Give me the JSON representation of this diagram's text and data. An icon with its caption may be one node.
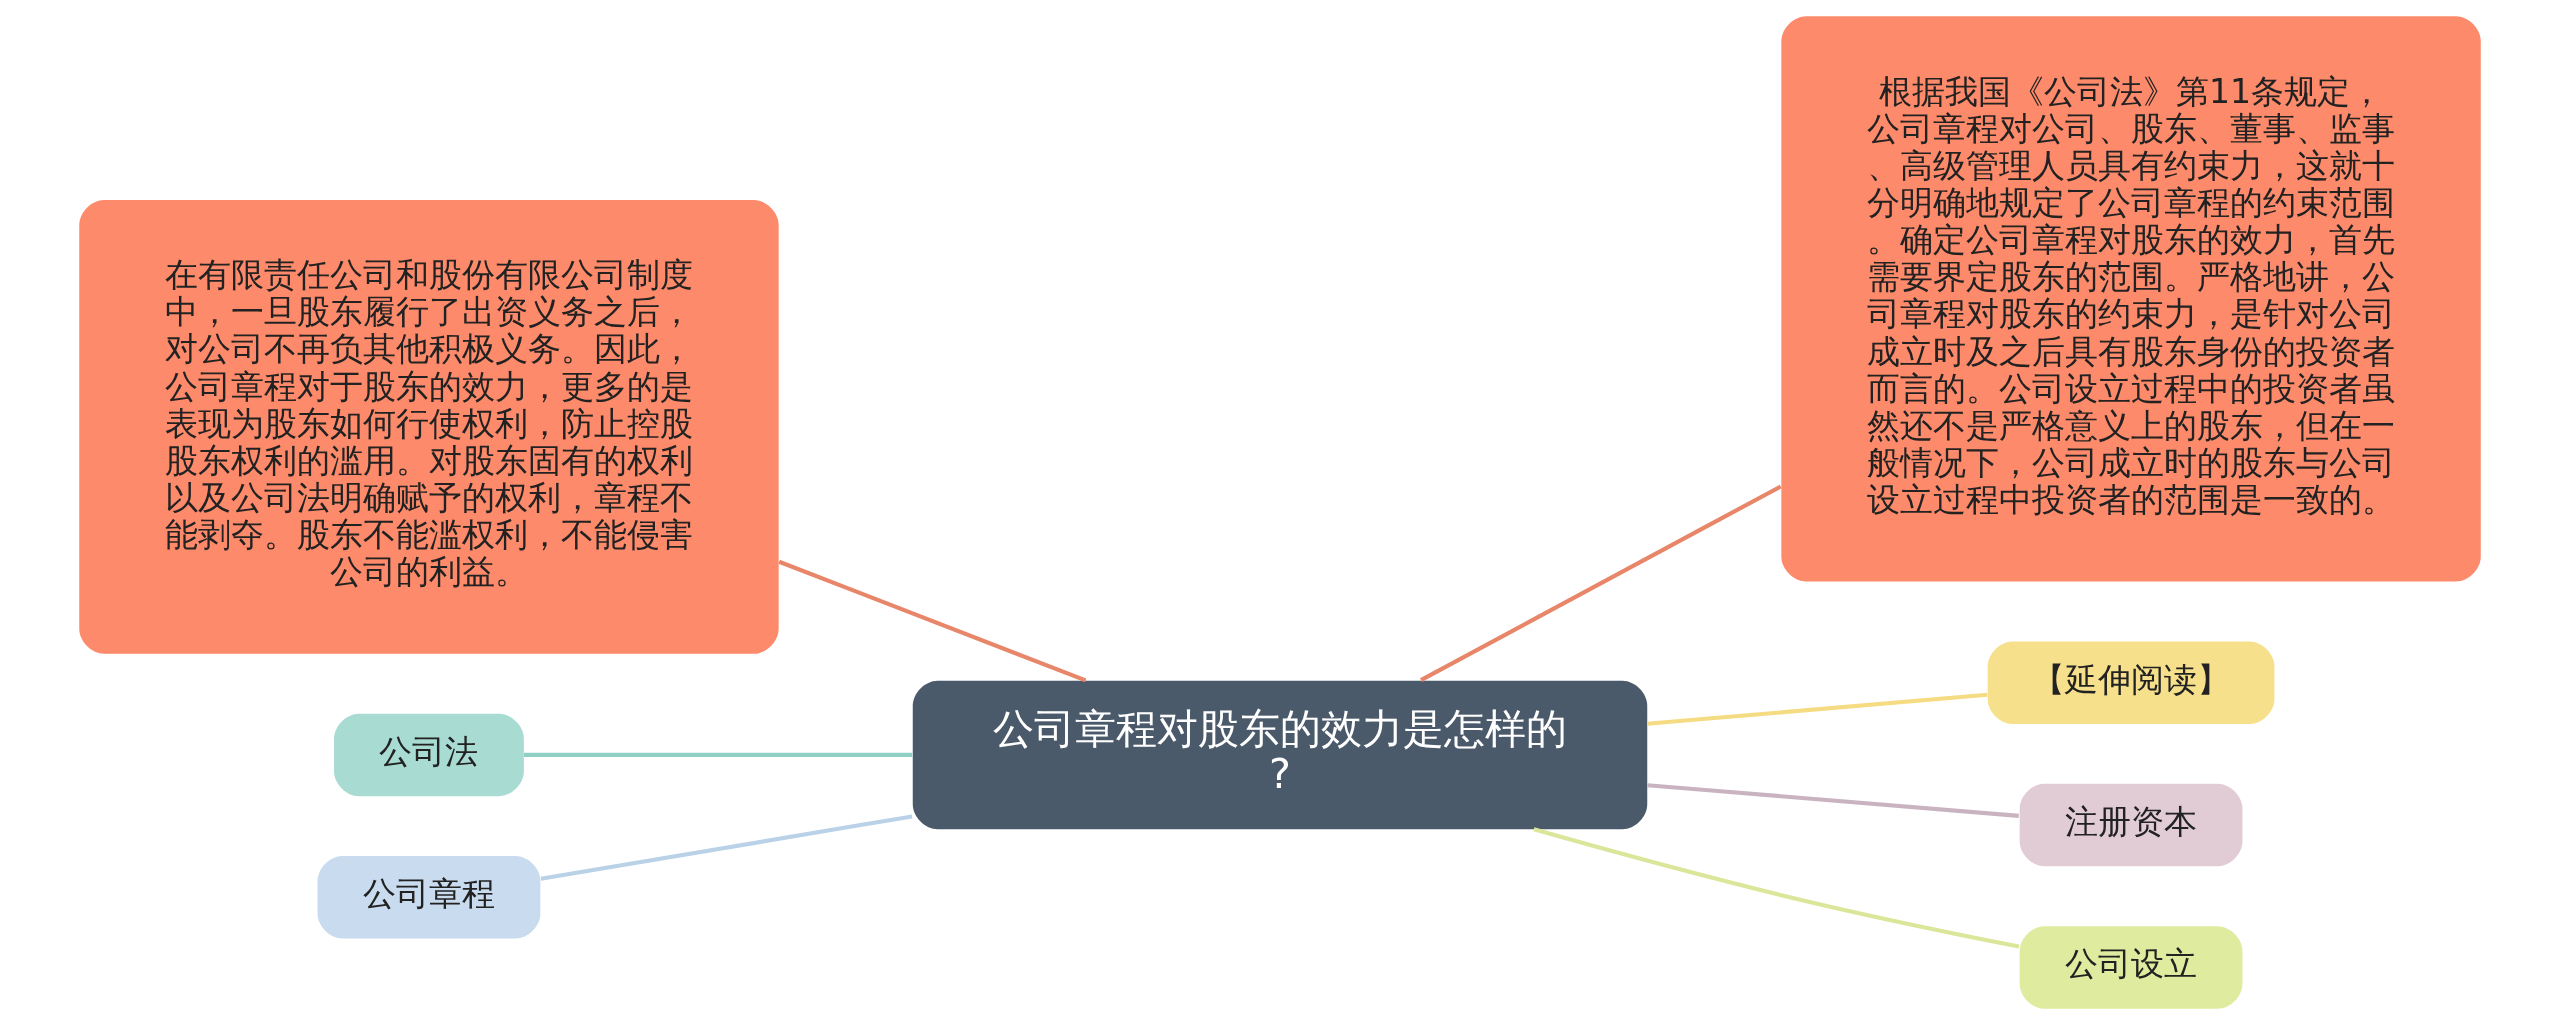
{
  "diagram": {
    "nodes": [
      {
        "text": [
          "公司章程对股东的效力是怎样的?"
        ]
      },
      {
        "text": [
          "在有限责任公司和股份有限公司制度中，一旦股东履行了出资义务之后，对公司不再负其他积极义务。因此，公司章程对于股东的效力，更多的是表现为股东如何行使权利，防止控股股东权利的滥用。对股东固有的权利以及公司法明确赋予的权利，章程不能剥夺。股东不能滥权利，不能侵害公司的利益。"
        ]
      },
      {
        "text": [
          "公司法"
        ]
      },
      {
        "text": [
          "公司章程"
        ]
      },
      {
        "text": [
          "根据我国《公司法》第11条规定，公司章程对公司、股东、董事、监事、高级管理人员具有约束力，这就十分明确地规定了公司章程的约束范围。确定公司章程对股东的效力，首先需要界定股东的范围。严格地讲，公司章程对股东的约束力，是针对公司成立时及之后具有股东身份的投资者而言的。公司设立过程中的投资者虽然还不是严格意义上的股东，但在一般情况下，公司成立时的股东与公司设立过程中投资者的范围是一致的。"
        ]
      },
      {
        "text": [
          "【延伸阅读】"
        ]
      },
      {
        "text": [
          "注册资本"
        ]
      },
      {
        "text": [
          "公司设立"
        ]
      }
    ],
    "edges": [
      {
        "from": 0,
        "to": 1,
        "arrow": "none",
        "color": "#e8866a"
      },
      {
        "from": 0,
        "to": 2,
        "arrow": "none",
        "color": "#8fd0c5"
      },
      {
        "from": 0,
        "to": 3,
        "arrow": "none",
        "color": "#b9d2e8"
      },
      {
        "from": 0,
        "to": 4,
        "arrow": "none",
        "color": "#e8866a"
      },
      {
        "from": 0,
        "to": 5,
        "arrow": "none",
        "color": "#f5dc82"
      },
      {
        "from": 0,
        "to": 6,
        "arrow": "none",
        "color": "#c9b3c0"
      },
      {
        "from": 0,
        "to": 7,
        "arrow": "none",
        "color": "#dbe69a"
      }
    ]
  }
}
